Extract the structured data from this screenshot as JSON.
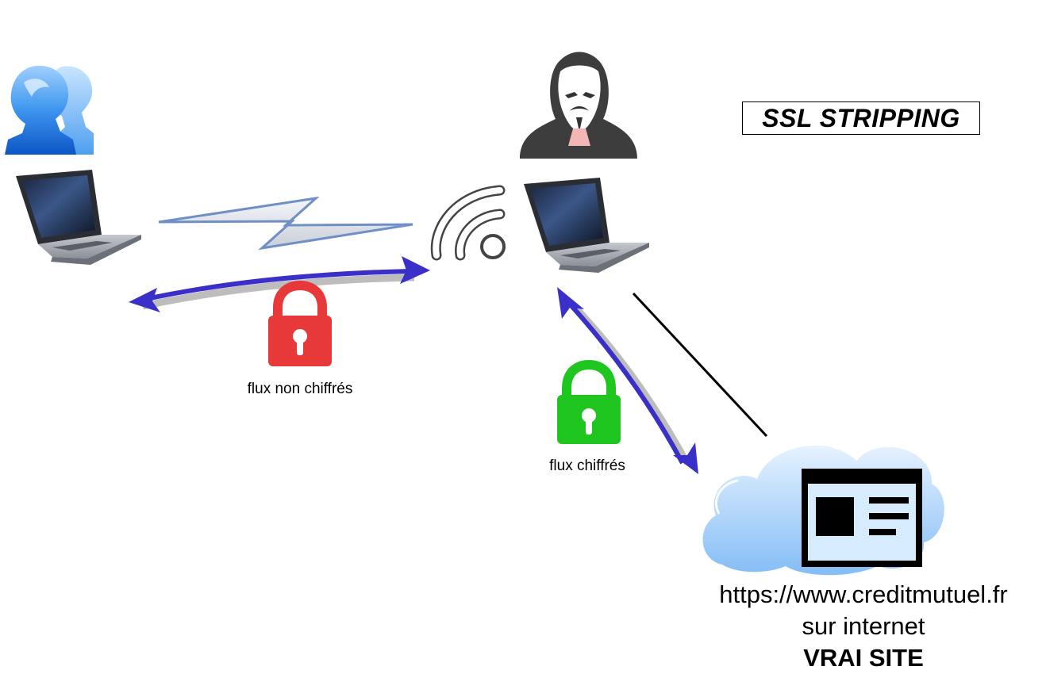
{
  "title": "SSL STRIPPING",
  "labels": {
    "unencrypted_flow": "flux non chiffrés",
    "encrypted_flow": "flux chiffrés"
  },
  "site": {
    "url": "https://www.creditmutuel.fr",
    "subtitle": "sur internet",
    "tag": "VRAI SITE"
  },
  "colors": {
    "arrow": "#3a2fc8",
    "lightning": "#6f8fc6",
    "lock_unlocked": "#e8393a",
    "lock_locked": "#1fc61f",
    "cloud": "#8fc3f7",
    "users": "#2f8fe8"
  },
  "icons": {
    "victim": "users-icon",
    "attacker": "hacker-mask-icon",
    "laptop": "laptop-icon",
    "wifi": "wifi-icon",
    "lock_open": "unlocked-padlock-icon",
    "lock_closed": "locked-padlock-icon",
    "website": "webpage-icon",
    "internet": "cloud-icon"
  }
}
